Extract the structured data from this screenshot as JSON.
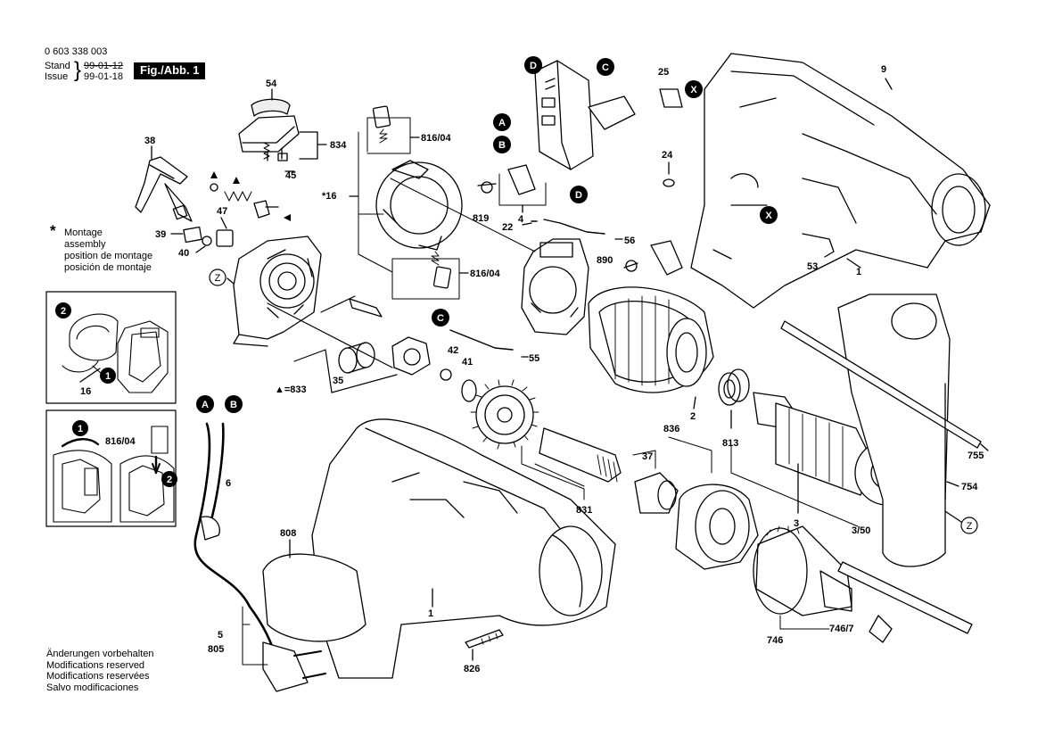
{
  "header": {
    "part_number": "0 603 338 003",
    "stand_label": "Stand",
    "stand_date": "99-01-12",
    "issue_label": "Issue",
    "issue_date": "99-01-18",
    "figure_label": "Fig./Abb. 1"
  },
  "montage_note": {
    "symbol": "*",
    "lines": [
      "Montage",
      "assembly",
      "position de montage",
      "posición de montaje"
    ]
  },
  "footer_lines": [
    "Änderungen vorbehalten",
    "Modifications reserved",
    "Modifications reservées",
    "Salvo modificaciones"
  ],
  "part_labels": {
    "p54": "54",
    "p834": "834",
    "p45": "45",
    "p38": "38",
    "p47": "47",
    "p39": "39",
    "p40": "40",
    "p816a": "816/04",
    "p16": "16",
    "p816b": "816/04",
    "p819": "819",
    "p4": "4",
    "p22": "22",
    "p56": "56",
    "p890": "890",
    "p25": "25",
    "p24": "24",
    "p9": "9",
    "p53": "53",
    "p1top": "1",
    "p42": "42",
    "p41": "41",
    "p55": "55",
    "p35": "35",
    "p833": "▲=833",
    "p2": "2",
    "p813": "813",
    "p836": "836",
    "p37": "37",
    "p831": "831",
    "p3": "3",
    "p350": "3/50",
    "p755": "755",
    "p754": "754",
    "p808": "808",
    "p6": "6",
    "p1": "1",
    "p5": "5",
    "p805": "805",
    "p826": "826",
    "p746": "746",
    "p7467": "746/7",
    "inset_16": "16",
    "inset_81604": "816/04",
    "star16": "*16"
  },
  "markers": {
    "A": "A",
    "B": "B",
    "C": "C",
    "D": "D",
    "X": "X",
    "Z": "Z",
    "step1": "1",
    "step2": "2"
  },
  "colors": {
    "line": "#000000",
    "fill": "#ffffff",
    "shade": "#d9d9d9",
    "marker_bg": "#000000",
    "marker_fg": "#ffffff"
  }
}
